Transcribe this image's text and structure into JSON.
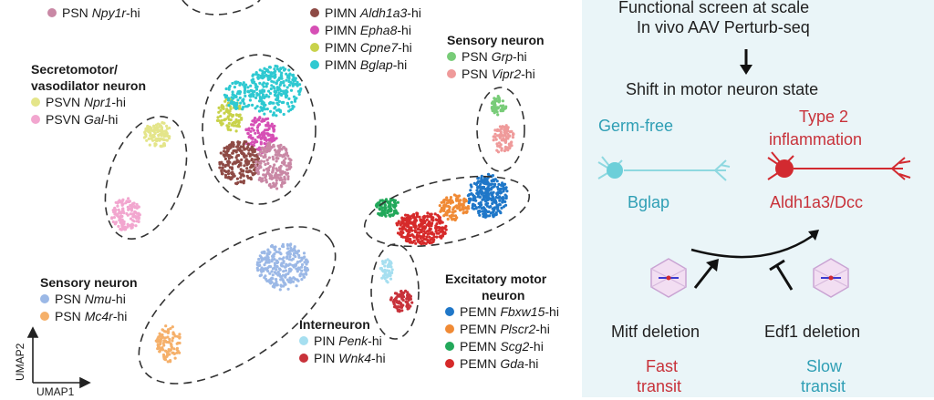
{
  "umap": {
    "axis_x": "UMAP1",
    "axis_y": "UMAP2",
    "groups": [
      {
        "id": "top-left-partial",
        "items": [
          {
            "prefix": "PSN",
            "gene": "Npy1r",
            "suffix": "-hi",
            "color": "#c988a5"
          }
        ]
      },
      {
        "id": "pimn-partial",
        "items": [
          {
            "prefix": "PIMN",
            "gene": "Aldh1a3",
            "suffix": "-hi",
            "color": "#8e4a45"
          },
          {
            "prefix": "PIMN",
            "gene": "Epha8",
            "suffix": "-hi",
            "color": "#d64fb5"
          },
          {
            "prefix": "PIMN",
            "gene": "Cpne7",
            "suffix": "-hi",
            "color": "#c8d24a"
          },
          {
            "prefix": "PIMN",
            "gene": "Bglap",
            "suffix": "-hi",
            "color": "#2ec9d1"
          }
        ]
      },
      {
        "id": "sensory-top",
        "title": "Sensory neuron",
        "items": [
          {
            "prefix": "PSN",
            "gene": "Grp",
            "suffix": "-hi",
            "color": "#78cc78"
          },
          {
            "prefix": "PSN",
            "gene": "Vipr2",
            "suffix": "-hi",
            "color": "#ef9a9a"
          }
        ]
      },
      {
        "id": "secretomotor",
        "title_lines": [
          "Secretomotor/",
          "vasodilator neuron"
        ],
        "items": [
          {
            "prefix": "PSVN",
            "gene": "Npr1",
            "suffix": "-hi",
            "color": "#e4e58a"
          },
          {
            "prefix": "PSVN",
            "gene": "Gal",
            "suffix": "-hi",
            "color": "#f2a6cf"
          }
        ]
      },
      {
        "id": "sensory-bottom",
        "title": "Sensory neuron",
        "items": [
          {
            "prefix": "PSN",
            "gene": "Nmu",
            "suffix": "-hi",
            "color": "#9bb8e6"
          },
          {
            "prefix": "PSN",
            "gene": "Mc4r",
            "suffix": "-hi",
            "color": "#f5b06a"
          }
        ]
      },
      {
        "id": "interneuron",
        "title": "Interneuron",
        "items": [
          {
            "prefix": "PIN",
            "gene": "Penk",
            "suffix": "-hi",
            "color": "#a6dff0"
          },
          {
            "prefix": "PIN",
            "gene": "Wnk4",
            "suffix": "-hi",
            "color": "#c8323a"
          }
        ]
      },
      {
        "id": "excitatory",
        "title_lines": [
          "Excitatory motor",
          "neuron"
        ],
        "items": [
          {
            "prefix": "PEMN",
            "gene": "Fbxw15",
            "suffix": "-hi",
            "color": "#1f77c8"
          },
          {
            "prefix": "PEMN",
            "gene": "Plscr2",
            "suffix": "-hi",
            "color": "#f08a35"
          },
          {
            "prefix": "PEMN",
            "gene": "Scg2",
            "suffix": "-hi",
            "color": "#22a85a"
          },
          {
            "prefix": "PEMN",
            "gene": "Gda",
            "suffix": "-hi",
            "color": "#d62a2a"
          }
        ]
      }
    ]
  },
  "panel": {
    "line1": "Functional screen at scale",
    "line2": "In vivo AAV Perturb-seq",
    "shift": "Shift in motor neuron state",
    "germ_free": "Germ-free",
    "type2_line1": "Type 2",
    "type2_line2": "inflammation",
    "bglap": "Bglap",
    "aldh": "Aldh1a3/Dcc",
    "mitf": "Mitf deletion",
    "edf1": "Edf1 deletion",
    "fast_line1": "Fast",
    "fast_line2": "transit",
    "slow_line1": "Slow",
    "slow_line2": "transit",
    "colors": {
      "teal": "#2f9fb5",
      "red": "#c8323a",
      "bg": "#eaf5f8"
    }
  }
}
